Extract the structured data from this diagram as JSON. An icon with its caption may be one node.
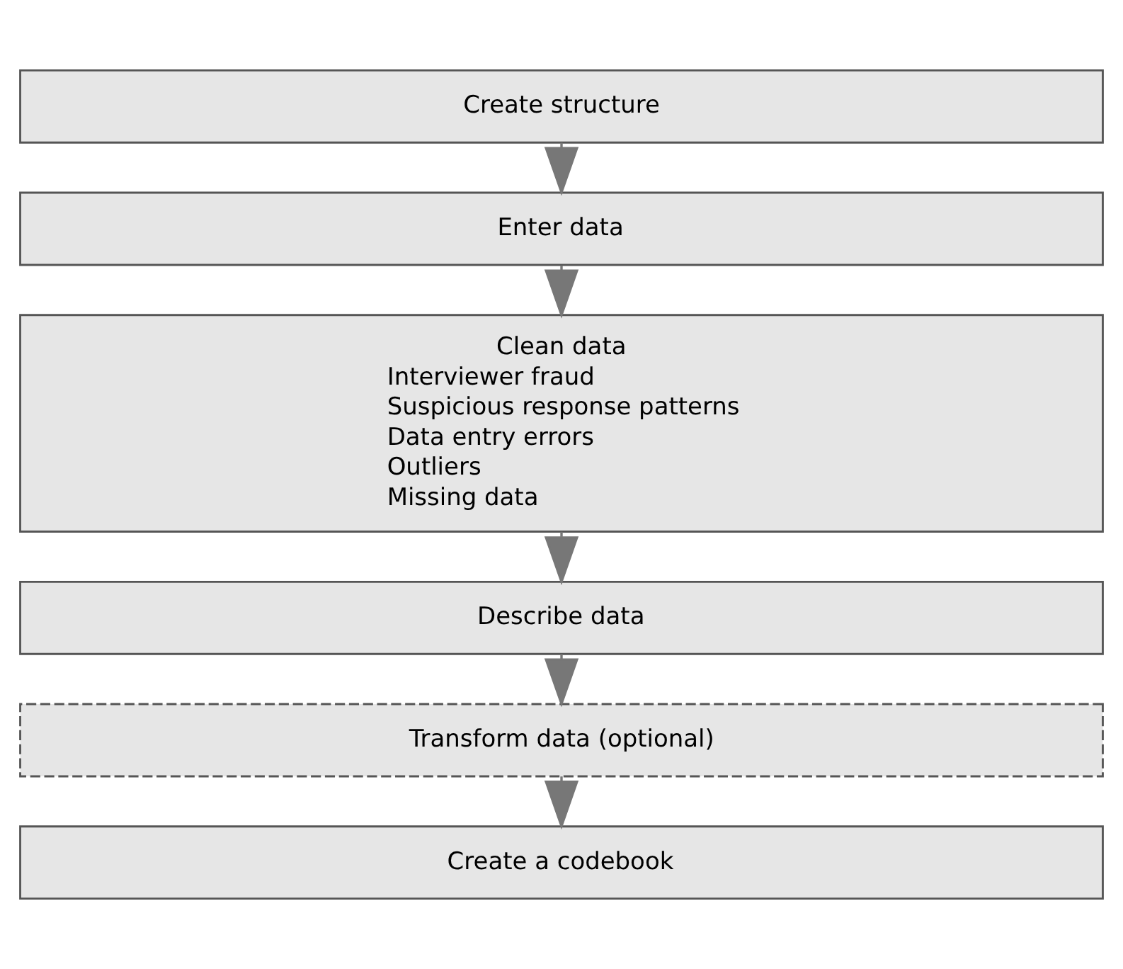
{
  "diagram": {
    "nodes": [
      {
        "text": [
          "Create structure"
        ]
      },
      {
        "text": [
          "Enter data"
        ]
      },
      {
        "text": [
          "Clean data",
          "Interviewer fraud",
          "Suspicious response patterns",
          "Data entry errors",
          "Outliers",
          "Missing data"
        ]
      },
      {
        "text": [
          "Describe data"
        ]
      },
      {
        "text": [
          "Transform data (optional)"
        ]
      },
      {
        "text": [
          "Create a codebook"
        ]
      }
    ],
    "edges": [
      {
        "from": 0,
        "to": 1,
        "arrow": "to"
      },
      {
        "from": 1,
        "to": 2,
        "arrow": "to"
      },
      {
        "from": 2,
        "to": 3,
        "arrow": "to"
      },
      {
        "from": 3,
        "to": 4,
        "arrow": "to"
      },
      {
        "from": 4,
        "to": 5,
        "arrow": "to"
      }
    ]
  }
}
